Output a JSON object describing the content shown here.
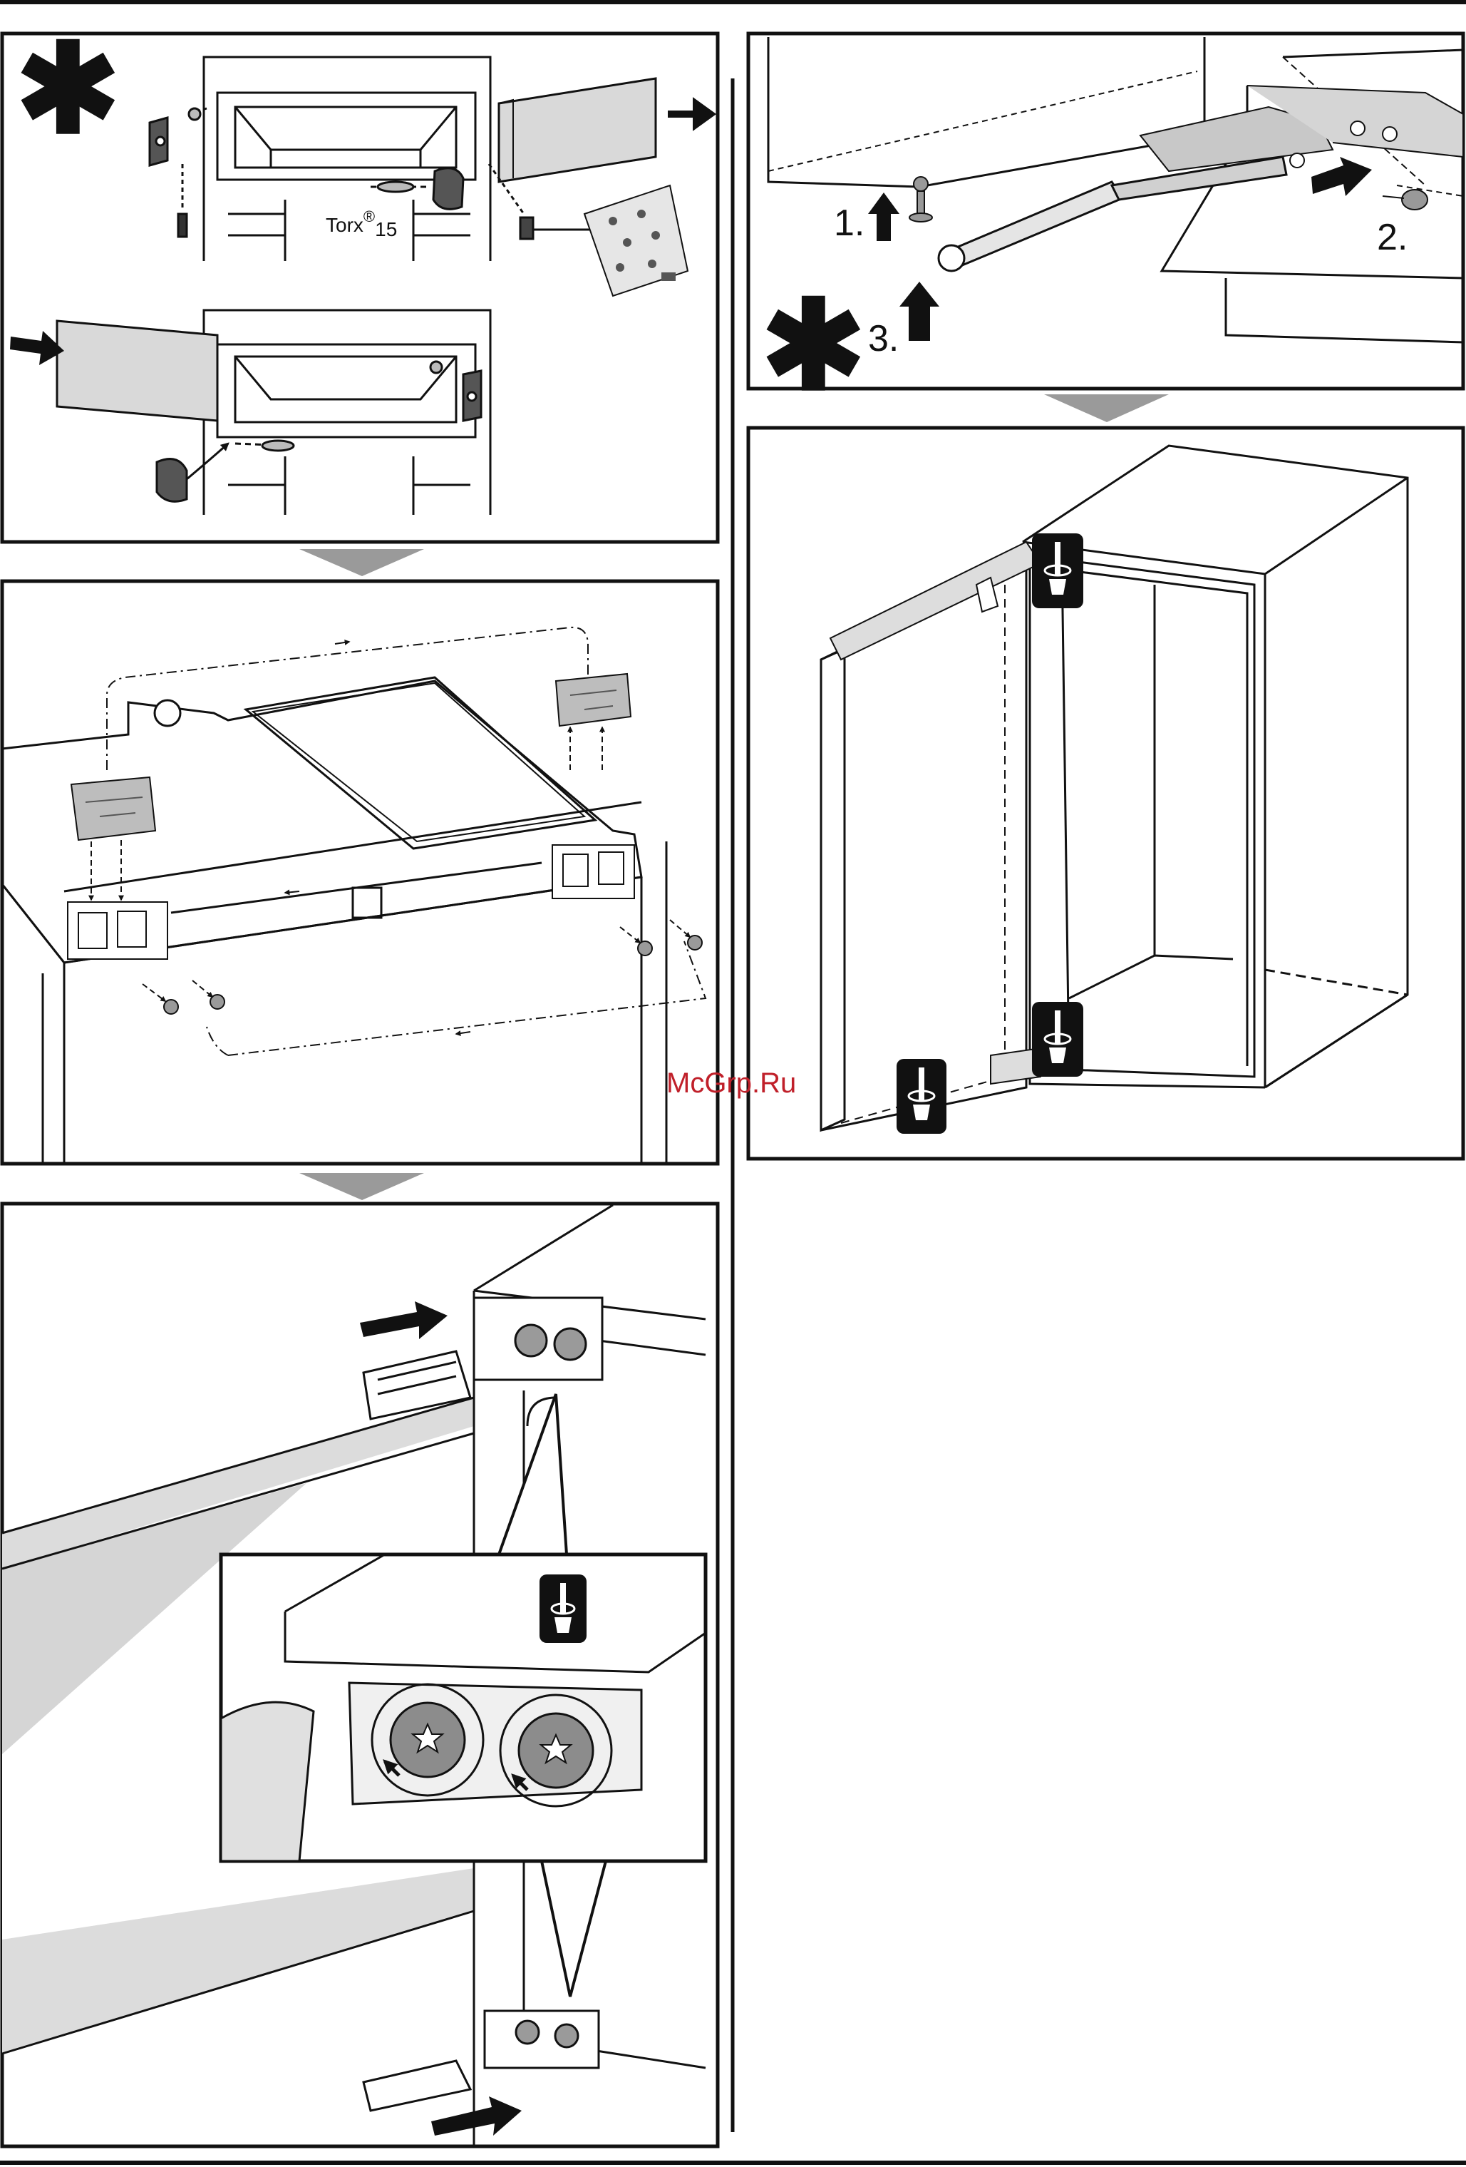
{
  "panels": {
    "door_transfer": {
      "star": "✱",
      "torx_label": "Torx",
      "torx_reg": "®",
      "torx_size": "15"
    },
    "hinge_mount": {},
    "hinge_closeup": {
      "tool_icon": "screwdriver-icon"
    },
    "damper": {
      "star": "✱",
      "step1": "1.",
      "step2": "2.",
      "step3": "3."
    },
    "door_adjust": {
      "tool_icon": "screwdriver-icon"
    }
  },
  "watermark": "McGrp.Ru",
  "colors": {
    "line": "#111111",
    "fill_gray": "#d9d9d9",
    "arrow_gray": "#9a9a9a",
    "watermark": "#c0202a"
  }
}
